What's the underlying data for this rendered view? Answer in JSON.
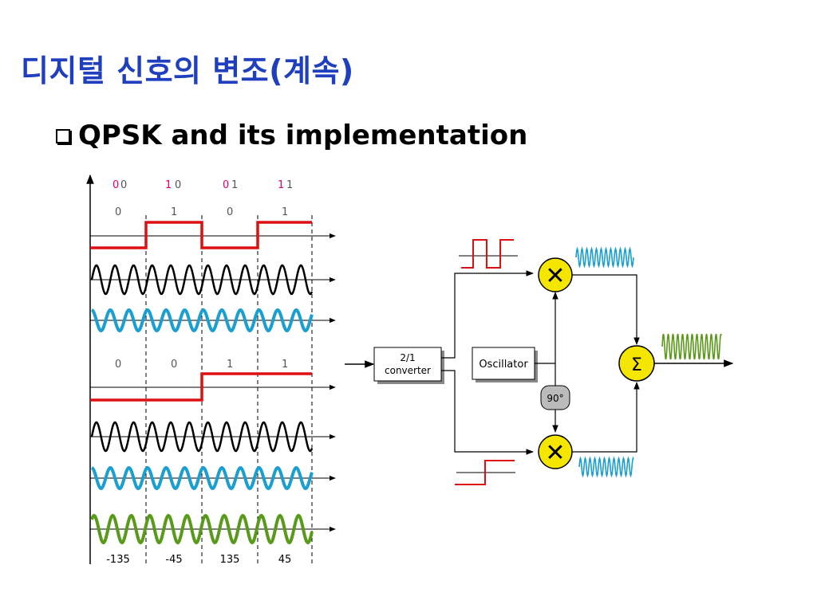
{
  "title": "디지털 신호의 변조(계속)",
  "bullet": "QPSK and its implementation",
  "timing": {
    "dibits": [
      {
        "first": "0",
        "second": "0"
      },
      {
        "first": "1",
        "second": "0"
      },
      {
        "first": "0",
        "second": "1"
      },
      {
        "first": "1",
        "second": "1"
      }
    ],
    "i_bits": [
      "0",
      "1",
      "0",
      "1"
    ],
    "q_bits": [
      "0",
      "0",
      "1",
      "1"
    ],
    "phases": [
      "-135",
      "-45",
      "135",
      "45"
    ]
  },
  "block": {
    "converter": [
      "2/1",
      "converter"
    ],
    "oscillator": "Oscillator",
    "phase_shift": "90°",
    "multiplier_symbol": "✕",
    "sum_symbol": "Σ"
  },
  "colors": {
    "title": "#1f3fbf",
    "bit_pink": "#e0006f",
    "signal_red": "#dd1111",
    "carrier_black": "#000000",
    "carrier_blue": "#1a9fd0",
    "output_green": "#5a9a1a",
    "node_yellow": "#f5e600",
    "gray_label": "#555555"
  }
}
